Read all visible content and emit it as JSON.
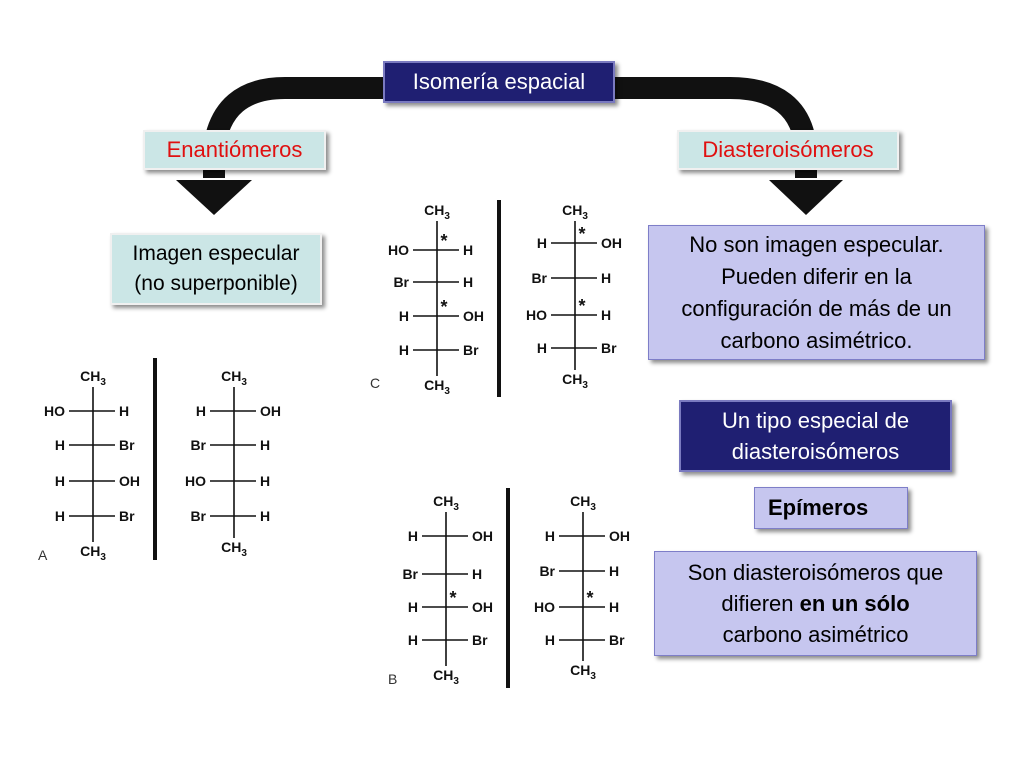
{
  "title": "Isomería espacial",
  "left_branch": {
    "label": "Enantiómeros",
    "description_line1": "Imagen especular",
    "description_line2": "(no superponible)"
  },
  "right_branch": {
    "label": "Diasteroisómeros",
    "description_line1": "No son imagen especular.",
    "description_line2": "Pueden diferir en la",
    "description_line3": "configuración de más de un",
    "description_line4": "carbono asimétrico."
  },
  "special_type": {
    "line1": "Un tipo especial de",
    "line2": "diasteroisómeros"
  },
  "epimeros_label": "Epímeros",
  "epimeros_definition": {
    "part1": "Son diasteroisómeros que",
    "part2": "difieren ",
    "bold": "en un sólo",
    "part3": "carbono asimétrico"
  },
  "colors": {
    "dark_box": "#1f1f72",
    "teal_box": "#cbe6e6",
    "lavender_box": "#c6c6ef",
    "red_text": "#e01010",
    "arrow": "#111111"
  },
  "molecules": {
    "A": {
      "label": "A",
      "left": {
        "top": "CH3",
        "bottom": "CH3",
        "rows": [
          {
            "left": "HO",
            "right": "H",
            "star": false
          },
          {
            "left": "H",
            "right": "Br",
            "star": false
          },
          {
            "left": "H",
            "right": "OH",
            "star": false
          },
          {
            "left": "H",
            "right": "Br",
            "star": false
          }
        ]
      },
      "right": {
        "top": "CH3",
        "bottom": "CH3",
        "rows": [
          {
            "left": "H",
            "right": "OH",
            "star": false
          },
          {
            "left": "Br",
            "right": "H",
            "star": false
          },
          {
            "left": "HO",
            "right": "H",
            "star": false
          },
          {
            "left": "Br",
            "right": "H",
            "star": false
          }
        ]
      }
    },
    "B": {
      "label": "B",
      "left": {
        "top": "CH3",
        "bottom": "CH3",
        "rows": [
          {
            "left": "H",
            "right": "OH",
            "star": false
          },
          {
            "left": "Br",
            "right": "H",
            "star": false
          },
          {
            "left": "H",
            "right": "OH",
            "star": true
          },
          {
            "left": "H",
            "right": "Br",
            "star": false
          }
        ]
      },
      "right": {
        "top": "CH3",
        "bottom": "CH3",
        "rows": [
          {
            "left": "H",
            "right": "OH",
            "star": false
          },
          {
            "left": "Br",
            "right": "H",
            "star": false
          },
          {
            "left": "HO",
            "right": "H",
            "star": true
          },
          {
            "left": "H",
            "right": "Br",
            "star": false
          }
        ]
      }
    },
    "C": {
      "label": "C",
      "left": {
        "top": "CH3",
        "bottom": "CH3",
        "rows": [
          {
            "left": "HO",
            "right": "H",
            "star": true
          },
          {
            "left": "Br",
            "right": "H",
            "star": false
          },
          {
            "left": "H",
            "right": "OH",
            "star": true
          },
          {
            "left": "H",
            "right": "Br",
            "star": false
          }
        ]
      },
      "right": {
        "top": "CH3",
        "bottom": "CH3",
        "rows": [
          {
            "left": "H",
            "right": "OH",
            "star": true
          },
          {
            "left": "Br",
            "right": "H",
            "star": false
          },
          {
            "left": "HO",
            "right": "H",
            "star": true
          },
          {
            "left": "H",
            "right": "Br",
            "star": false
          }
        ]
      }
    }
  }
}
